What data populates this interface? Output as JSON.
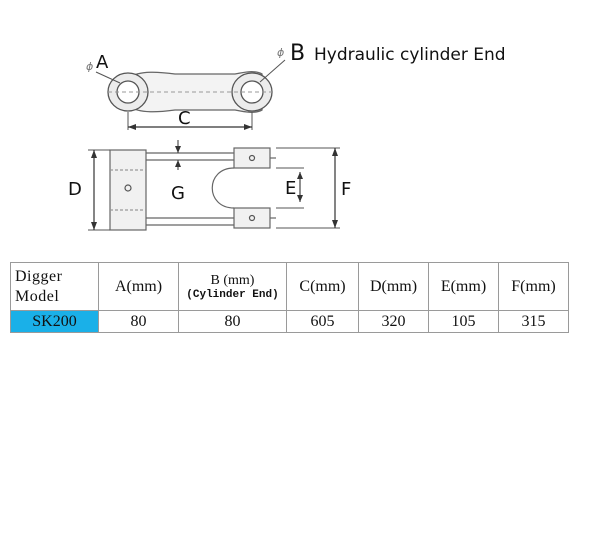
{
  "diagram": {
    "labels": {
      "a": "A",
      "b": "B",
      "b_text": "Hydraulic cylinder End",
      "c": "C",
      "d": "D",
      "e": "E",
      "f": "F",
      "g": "G",
      "phi_a": "ϕ",
      "phi_b": "ϕ"
    }
  },
  "table": {
    "headers": {
      "model": "Digger Model",
      "a": "A(mm)",
      "b_main": "B  (mm)",
      "b_sub": "(Cylinder End)",
      "c": "C(mm)",
      "d": "D(mm)",
      "e": "E(mm)",
      "f": "F(mm)"
    },
    "rows": [
      {
        "model": "SK200",
        "a": "80",
        "b": "80",
        "c": "605",
        "d": "320",
        "e": "105",
        "f": "315"
      }
    ],
    "highlight_color": "#1ab0e8"
  }
}
